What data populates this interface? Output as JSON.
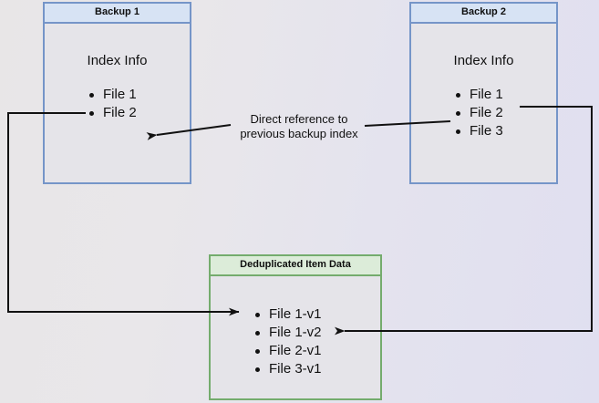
{
  "diagram": {
    "title_present": false,
    "background_colors": [
      "#e8e6e7",
      "#e0dff0"
    ],
    "boxes": [
      {
        "id": "backup1",
        "header": "Backup 1",
        "body_title": "Index Info",
        "items": [
          "File 1",
          "File 2"
        ],
        "border_color": "#7595c8",
        "header_color": "#d7e3f4"
      },
      {
        "id": "backup2",
        "header": "Backup 2",
        "body_title": "Index Info",
        "items": [
          "File 1",
          "File 2",
          "File 3"
        ],
        "border_color": "#7595c8",
        "header_color": "#d7e3f4"
      },
      {
        "id": "dedup",
        "header": "Deduplicated Item Data",
        "body_title": "",
        "items": [
          "File 1-v1",
          "File 1-v2",
          "File 2-v1",
          "File 3-v1"
        ],
        "border_color": "#74ac6d",
        "header_color": "#dcecd9"
      }
    ],
    "annotations": [
      {
        "id": "direct-reference",
        "line1": "Direct reference to",
        "line2": "previous backup index"
      }
    ],
    "connectors": [
      {
        "id": "backup2-to-backup1",
        "from": "backup2.File 2",
        "to": "backup1.File 2",
        "arrow": "to",
        "label": "Direct reference to previous backup index"
      },
      {
        "id": "backup1-to-dedup",
        "from": "backup1.File 1",
        "to": "dedup.File 1-v1",
        "arrow": "to"
      },
      {
        "id": "backup2-to-dedup",
        "from": "backup2.File 1",
        "to": "dedup.File 1-v2",
        "arrow": "to"
      }
    ]
  }
}
